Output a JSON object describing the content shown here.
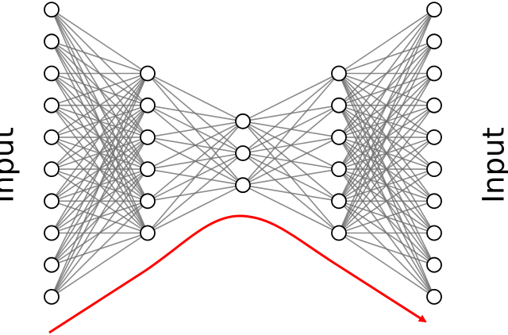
{
  "diagram": {
    "left_label": "Input",
    "right_label": "Input",
    "layers": [
      10,
      6,
      3,
      6,
      10
    ],
    "edge_color": "#6e6e6e",
    "node_stroke": "#000000",
    "node_fill": "#ffffff",
    "arrow_color": "#ff0000"
  }
}
